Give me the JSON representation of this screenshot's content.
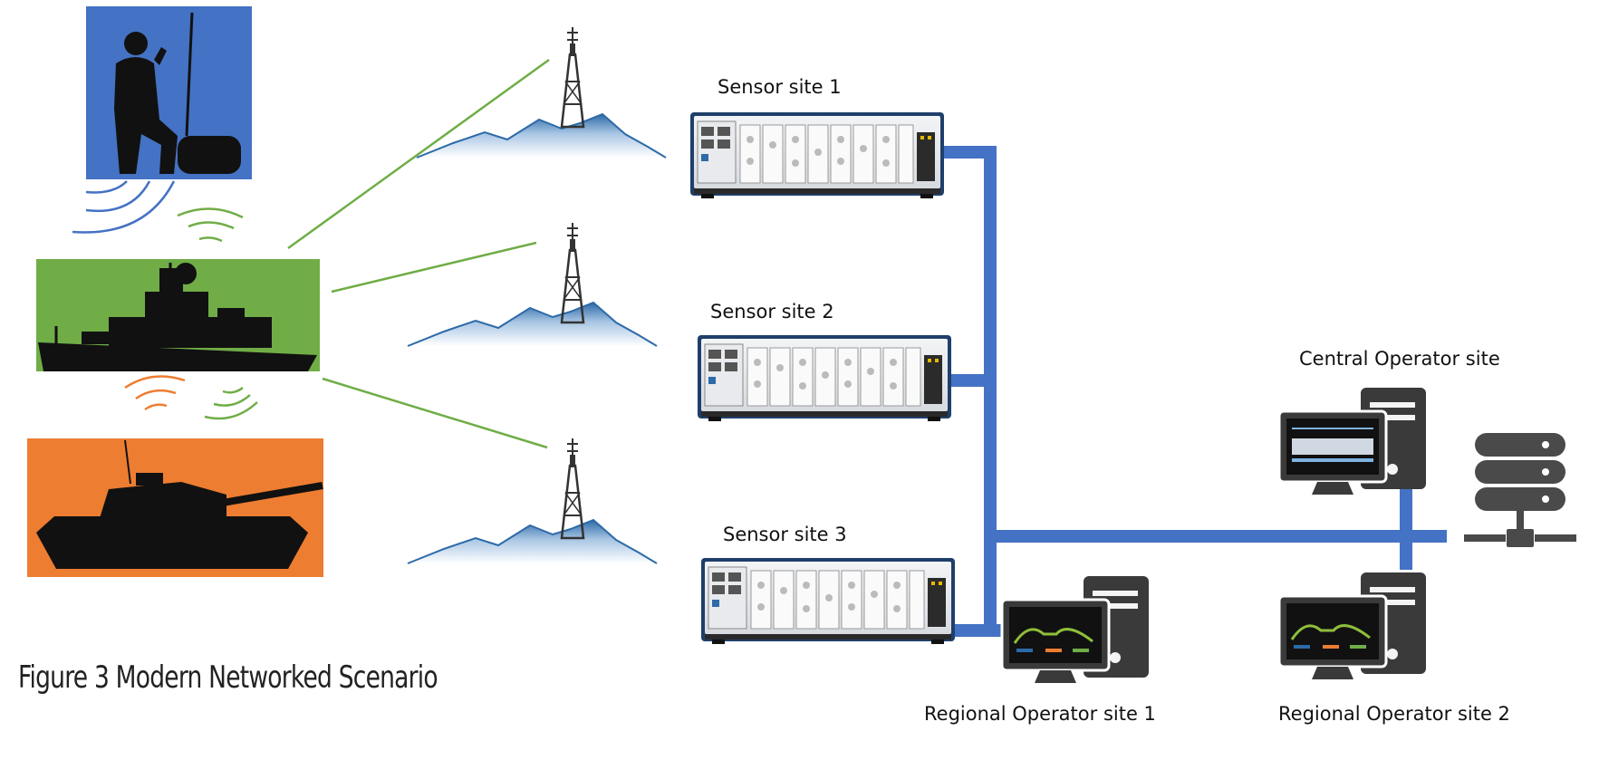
{
  "labels": {
    "sensor_site_1": "Sensor site 1",
    "sensor_site_2": "Sensor site 2",
    "sensor_site_3": "Sensor site 3",
    "central_operator_site": "Central Operator site",
    "regional_operator_site_1": "Regional Operator site 1",
    "regional_operator_site_2": "Regional Operator site 2",
    "figure_caption": "Figure 3  Modern Networked Scenario"
  },
  "colors": {
    "soldier_panel": "#4472c4",
    "ship_panel": "#70ad47",
    "tank_panel": "#ed7d31",
    "radio_link": "#70ad47",
    "network_bus": "#4472c4",
    "computer": "#3a3a3a",
    "server": "#4a4a4a"
  },
  "icons": {
    "soldier": "soldier-silhouette-icon",
    "ship": "warship-silhouette-icon",
    "tank": "tank-silhouette-icon",
    "tower": "radio-tower-icon",
    "mountain": "mountain-icon",
    "chassis": "pxi-chassis-icon",
    "computer": "desktop-computer-icon",
    "server": "server-stack-icon"
  }
}
